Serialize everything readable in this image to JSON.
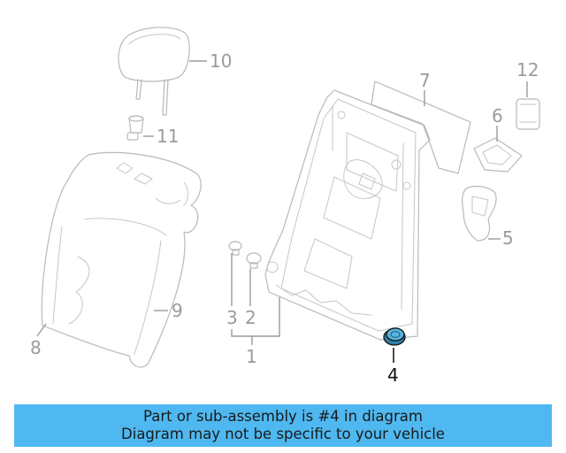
{
  "callouts": {
    "c1": "1",
    "c2": "2",
    "c3": "3",
    "c4": "4",
    "c5": "5",
    "c6": "6",
    "c7": "7",
    "c8": "8",
    "c9": "9",
    "c10": "10",
    "c11": "11",
    "c12": "12"
  },
  "highlight": {
    "callout": "4",
    "color": "#4fb8f0",
    "part_fill": "#5ab4dc"
  },
  "banner": {
    "line1": "Part or sub-assembly is #4 in diagram",
    "line2": "Diagram may not be specific to your vehicle",
    "background": "#4fb8f0"
  }
}
